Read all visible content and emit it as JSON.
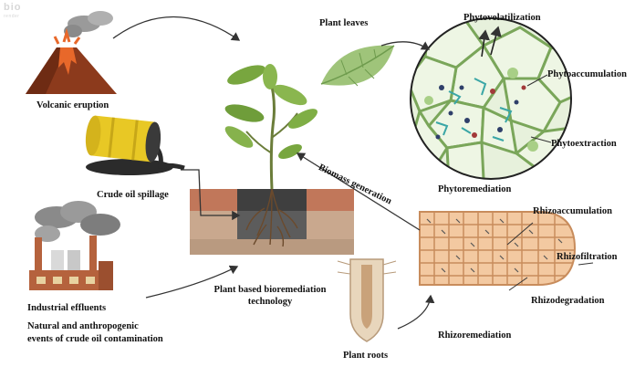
{
  "watermark": {
    "text": "bio",
    "subtext": "render"
  },
  "labels": {
    "volcanic_eruption": "Volcanic eruption",
    "crude_oil_spillage": "Crude oil spillage",
    "industrial_effluents": "Industrial effluents",
    "natural_events_line1": "Natural and anthropogenic",
    "natural_events_line2": "events of crude oil contamination",
    "plant_leaves": "Plant leaves",
    "phytovolatilization": "Phytovolatilization",
    "phytoaccumulation": "Phytoaccumulation",
    "phytoextraction": "Phytoextraction",
    "biomass_generation": "Biomass generation",
    "phytoremediation": "Phytoremediation",
    "rhizoaccumulation": "Rhizoaccumulation",
    "rhizofiltration": "Rhizofiltration",
    "rhizodegradation": "Rhizodegradation",
    "rhizoremediation": "Rhizoremediation",
    "plant_based_line1": "Plant based bioremediation",
    "plant_based_line2": "technology",
    "plant_roots": "Plant roots"
  },
  "colors": {
    "volcano": "#8c3a1c",
    "lava": "#e8682a",
    "oil_barrel": "#e8c825",
    "oil": "#2b2b2b",
    "factory_brick": "#b5623d",
    "smoke": "#8a8a8a",
    "leaf": "#9fc47a",
    "leaf_vein": "#6e9b4d",
    "soil_top": "#c1775a",
    "soil_mid": "#c9a88e",
    "soil_dark": "#5c5c5c",
    "cell_wall": "#7aa65a",
    "cell_fill": "#e7f1dc",
    "root_cell": "#f3c9a1",
    "root_wall": "#c88c5c",
    "arrow": "#333333"
  }
}
